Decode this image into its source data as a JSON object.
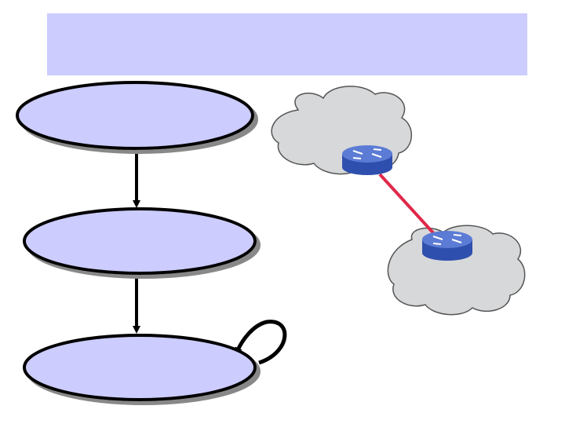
{
  "title": "",
  "states": [
    {
      "id": "state-top",
      "label": ""
    },
    {
      "id": "state-middle",
      "label": ""
    },
    {
      "id": "state-bottom",
      "label": ""
    }
  ],
  "transitions": [
    {
      "from": "state-top",
      "to": "state-middle"
    },
    {
      "from": "state-middle",
      "to": "state-bottom"
    },
    {
      "from": "state-bottom",
      "to": "state-bottom"
    }
  ],
  "network": {
    "clouds": [
      "cloud-upper",
      "cloud-lower"
    ],
    "routers": [
      "router-upper",
      "router-lower"
    ],
    "link": {
      "from": "router-upper",
      "to": "router-lower"
    }
  },
  "icons": {
    "router": "router-icon",
    "cloud": "network-cloud-icon"
  },
  "colors": {
    "banner_fill": "#ccccff",
    "state_fill": "#ccccff",
    "state_stroke": "#000000",
    "cloud_fill": "#d6d8d9",
    "cloud_stroke": "#555555",
    "router_top": "#5b7bd5",
    "router_side": "#2f4fae",
    "link": "#e0284a"
  }
}
